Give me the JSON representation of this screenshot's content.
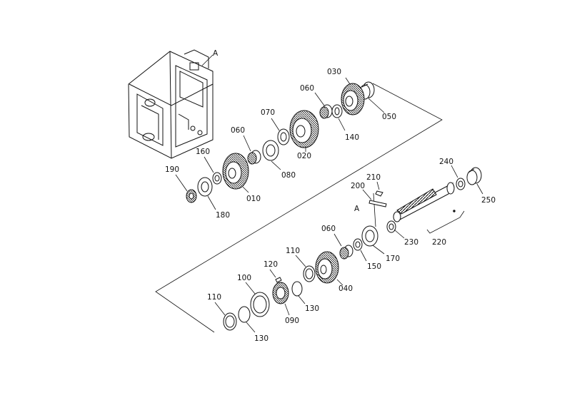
{
  "labels": {
    "housing_ref": "A",
    "shaft_ref": "A",
    "p010": "010",
    "p020": "020",
    "p030": "030",
    "p040": "040",
    "p050": "050",
    "p060a": "060",
    "p060b": "060",
    "p060c": "060",
    "p070": "070",
    "p080": "080",
    "p090": "090",
    "p100": "100",
    "p110a": "110",
    "p110b": "110",
    "p120": "120",
    "p130a": "130",
    "p130b": "130",
    "p140": "140",
    "p150": "150",
    "p160": "160",
    "p170": "170",
    "p180": "180",
    "p190": "190",
    "p200": "200",
    "p210": "210",
    "p220": "220",
    "p230": "230",
    "p240": "240",
    "p250": "250"
  }
}
